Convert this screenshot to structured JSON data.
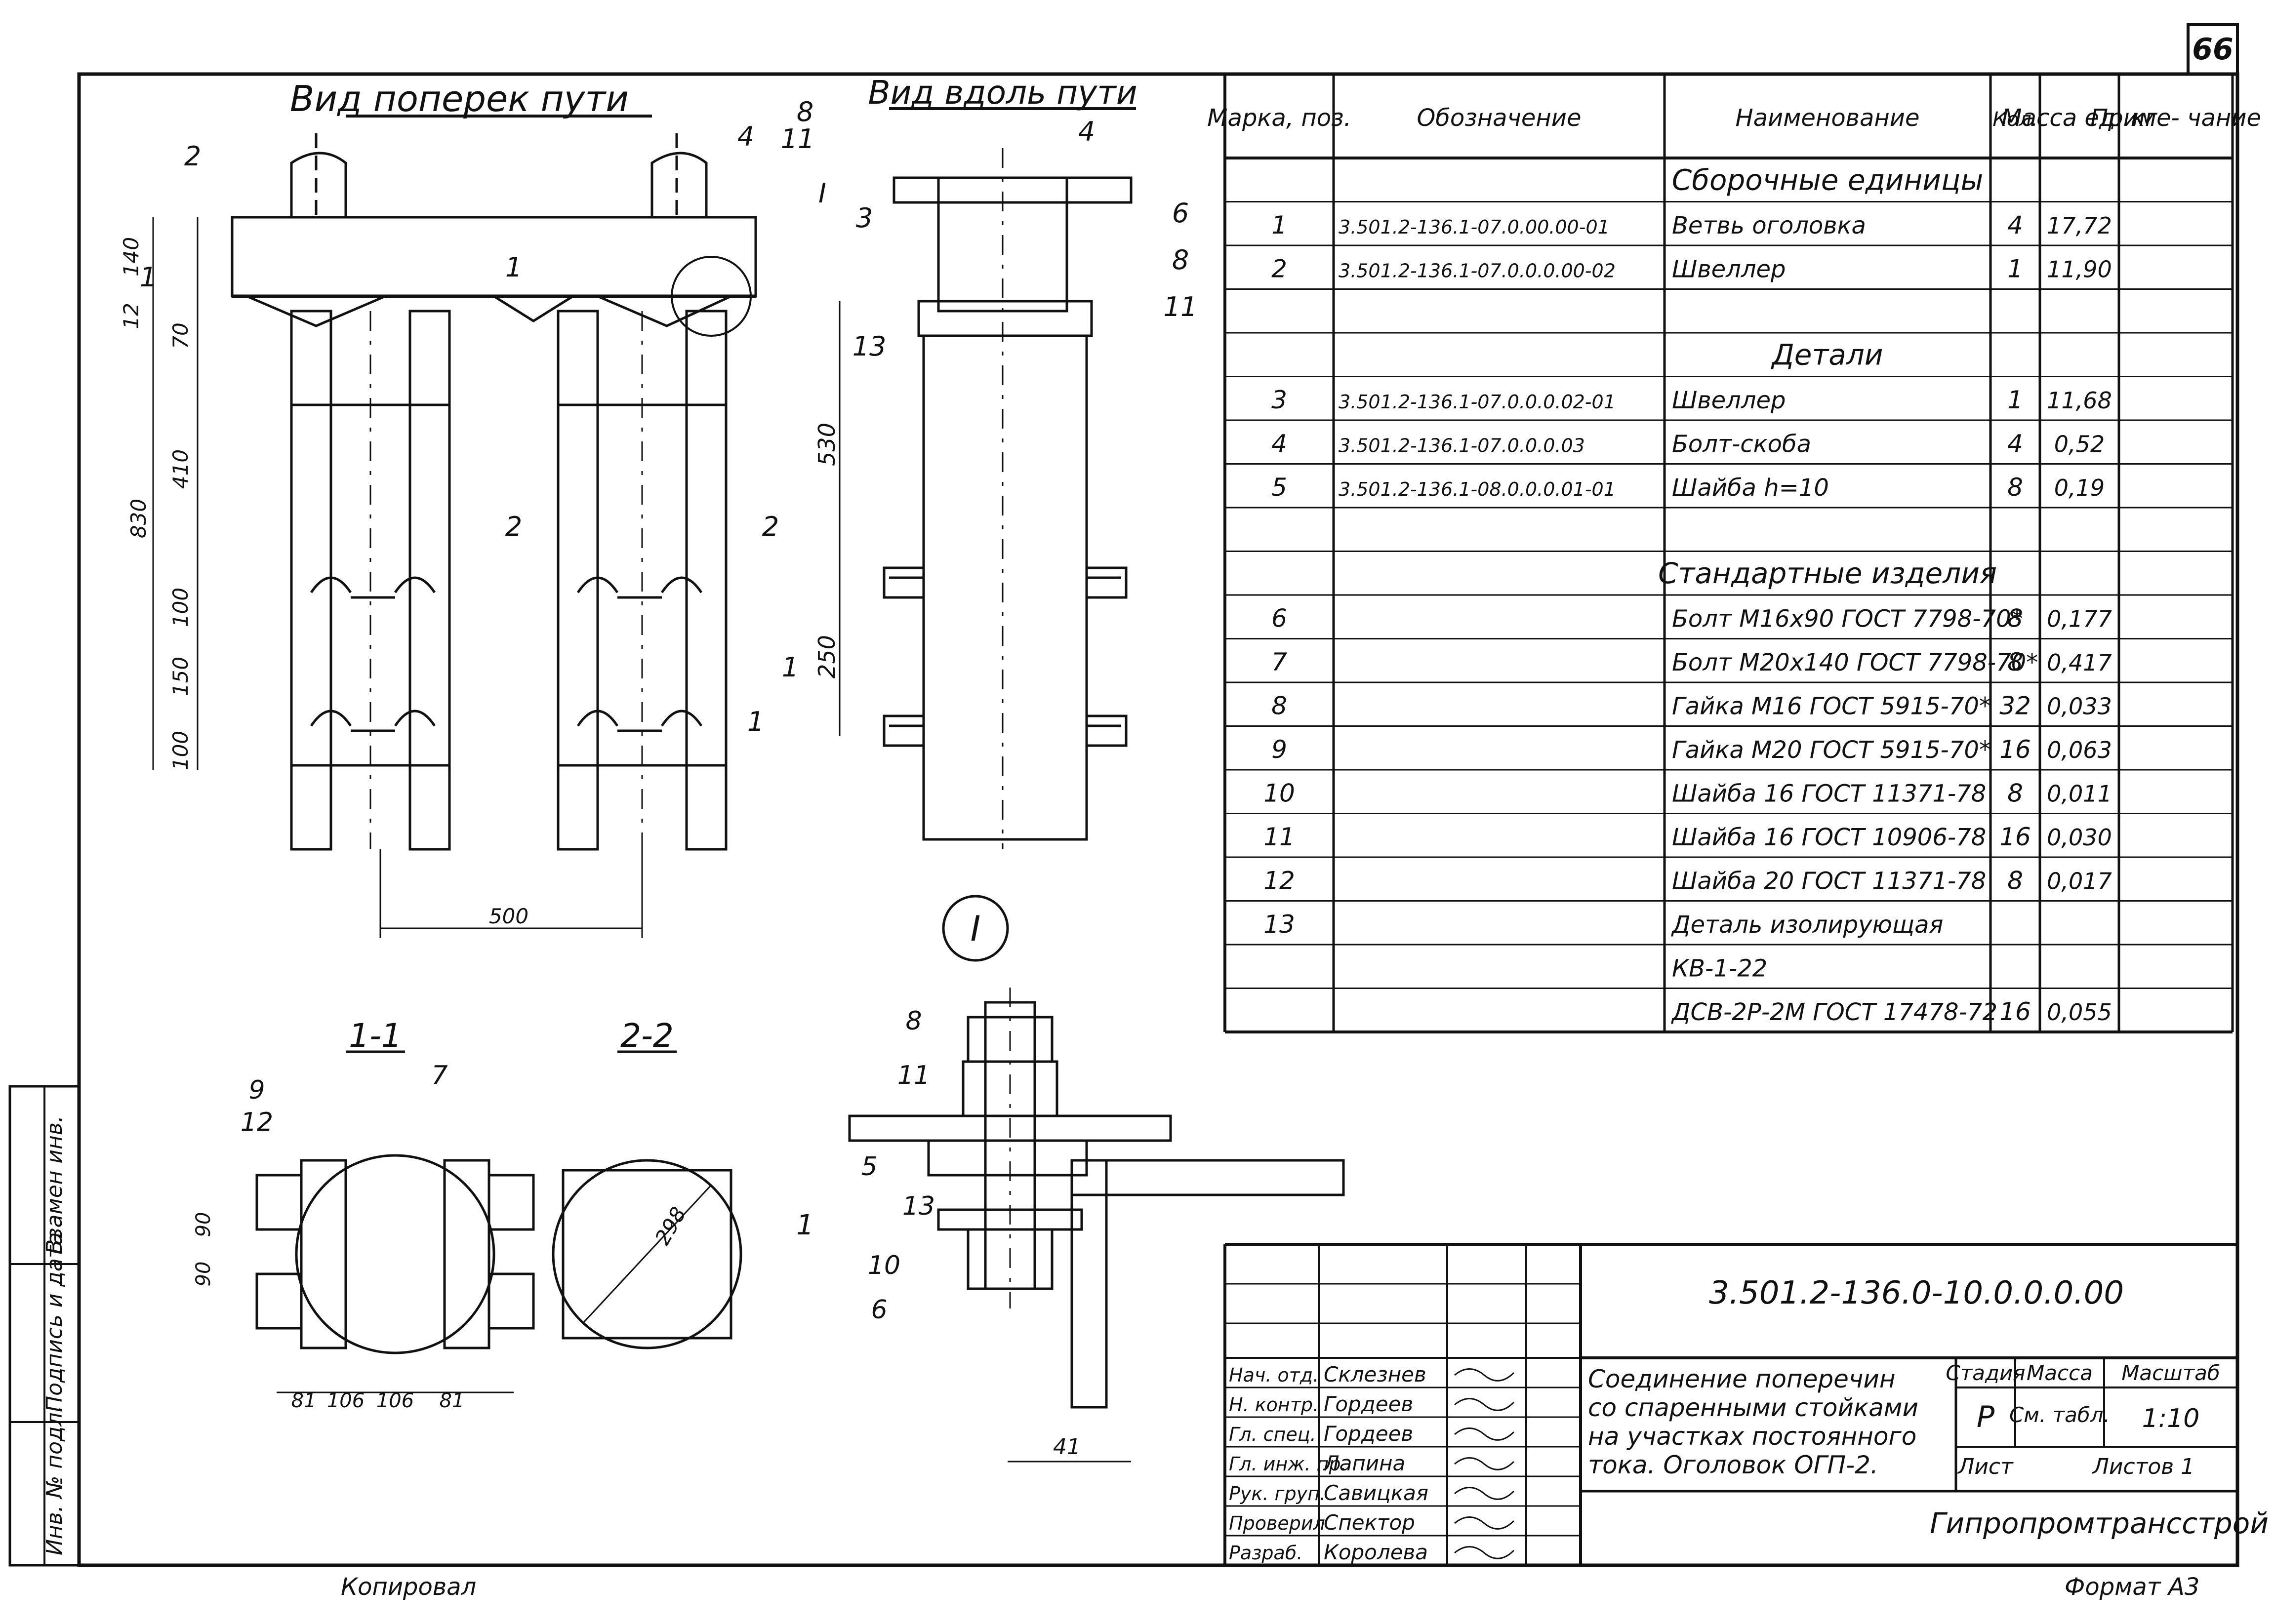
{
  "page_number": "66",
  "views": {
    "across": "Вид поперек пути",
    "along": "Вид вдоль пути",
    "section_1": "1-1",
    "section_2": "2-2",
    "detail": "I"
  },
  "callouts_front": [
    "2",
    "8",
    "11",
    "4",
    "I",
    "1",
    "1",
    "1",
    "2",
    "2",
    "1"
  ],
  "dims_front": [
    "140",
    "12",
    "70",
    "410",
    "830",
    "100",
    "150",
    "100",
    "500"
  ],
  "callouts_side": [
    "4",
    "3",
    "6",
    "8",
    "11",
    "13"
  ],
  "dims_side": [
    "530",
    "250"
  ],
  "section11": {
    "callouts": [
      "9",
      "12",
      "7"
    ],
    "dims": [
      "90",
      "90",
      "81",
      "106",
      "106",
      "81"
    ]
  },
  "section22": {
    "callouts": [
      "1"
    ],
    "dims": [
      "298"
    ]
  },
  "detail_callouts": [
    "8",
    "11",
    "5",
    "13",
    "10",
    "6"
  ],
  "detail_dims": [
    "41"
  ],
  "spec": {
    "headers": [
      "Марка, поз.",
      "Обозначение",
      "Наименование",
      "Кол.",
      "Масса ед. кг",
      "Приме- чание"
    ],
    "rows": [
      {
        "pos": "",
        "code": "",
        "name": "Сборочные единицы",
        "qty": "",
        "mass": "",
        "note": "",
        "section": true
      },
      {
        "pos": "1",
        "code": "3.501.2-136.1-07.0.00.00-01",
        "name": "Ветвь оголовка",
        "qty": "4",
        "mass": "17,72",
        "note": ""
      },
      {
        "pos": "2",
        "code": "3.501.2-136.1-07.0.0.0.00-02",
        "name": "Швеллер",
        "qty": "1",
        "mass": "11,90",
        "note": ""
      },
      {
        "pos": "",
        "code": "",
        "name": "",
        "qty": "",
        "mass": "",
        "note": ""
      },
      {
        "pos": "",
        "code": "",
        "name": "Детали",
        "qty": "",
        "mass": "",
        "note": "",
        "section": true
      },
      {
        "pos": "3",
        "code": "3.501.2-136.1-07.0.0.0.02-01",
        "name": "Швеллер",
        "qty": "1",
        "mass": "11,68",
        "note": ""
      },
      {
        "pos": "4",
        "code": "3.501.2-136.1-07.0.0.0.03",
        "name": "Болт-скоба",
        "qty": "4",
        "mass": "0,52",
        "note": ""
      },
      {
        "pos": "5",
        "code": "3.501.2-136.1-08.0.0.0.01-01",
        "name": "Шайба h=10",
        "qty": "8",
        "mass": "0,19",
        "note": ""
      },
      {
        "pos": "",
        "code": "",
        "name": "",
        "qty": "",
        "mass": "",
        "note": ""
      },
      {
        "pos": "",
        "code": "",
        "name": "Стандартные изделия",
        "qty": "",
        "mass": "",
        "note": "",
        "section": true
      },
      {
        "pos": "6",
        "code": "",
        "name": "Болт М16х90 ГОСТ 7798-70*",
        "qty": "8",
        "mass": "0,177",
        "note": ""
      },
      {
        "pos": "7",
        "code": "",
        "name": "Болт М20х140 ГОСТ 7798-70*",
        "qty": "8",
        "mass": "0,417",
        "note": ""
      },
      {
        "pos": "8",
        "code": "",
        "name": "Гайка М16 ГОСТ 5915-70*",
        "qty": "32",
        "mass": "0,033",
        "note": ""
      },
      {
        "pos": "9",
        "code": "",
        "name": "Гайка М20 ГОСТ 5915-70*",
        "qty": "16",
        "mass": "0,063",
        "note": ""
      },
      {
        "pos": "10",
        "code": "",
        "name": "Шайба 16 ГОСТ 11371-78",
        "qty": "8",
        "mass": "0,011",
        "note": ""
      },
      {
        "pos": "11",
        "code": "",
        "name": "Шайба 16 ГОСТ 10906-78",
        "qty": "16",
        "mass": "0,030",
        "note": ""
      },
      {
        "pos": "12",
        "code": "",
        "name": "Шайба 20 ГОСТ 11371-78",
        "qty": "8",
        "mass": "0,017",
        "note": ""
      },
      {
        "pos": "13",
        "code": "",
        "name": "Деталь изолирующая",
        "qty": "",
        "mass": "",
        "note": ""
      },
      {
        "pos": "",
        "code": "",
        "name": "КВ-1-22",
        "qty": "",
        "mass": "",
        "note": ""
      },
      {
        "pos": "",
        "code": "",
        "name": "ДСВ-2Р-2М ГОСТ 17478-72",
        "qty": "16",
        "mass": "0,055",
        "note": ""
      }
    ]
  },
  "title_block": {
    "doc_code": "3.501.2-136.0-10.0.0.0.00",
    "title": "Соединение поперечин со спаренными стойками на участках постоянного тока. Оголовок ОГП-2.",
    "stage_label": "Стадия",
    "mass_label": "Масса",
    "scale_label": "Масштаб",
    "stage": "Р",
    "mass": "См. табл.",
    "scale": "1:10",
    "sheet_label": "Лист",
    "sheets_label": "Листов 1",
    "org": "Гипропромтрансстрой",
    "staff": [
      {
        "role": "Нач. отд.",
        "name": "Склезнев"
      },
      {
        "role": "Н. контр.",
        "name": "Гордеев"
      },
      {
        "role": "Гл. спец.",
        "name": "Гордеев"
      },
      {
        "role": "Гл. инж. пр.",
        "name": "Лапина"
      },
      {
        "role": "Рук. груп.",
        "name": "Савицкая"
      },
      {
        "role": "Проверил",
        "name": "Спектор"
      },
      {
        "role": "Разраб.",
        "name": "Королева"
      }
    ]
  },
  "side_stamp": [
    "Инв. № подл.",
    "Подпись и дата",
    "Взамен инв."
  ],
  "copied": "Копировал",
  "format": "Формат А3"
}
